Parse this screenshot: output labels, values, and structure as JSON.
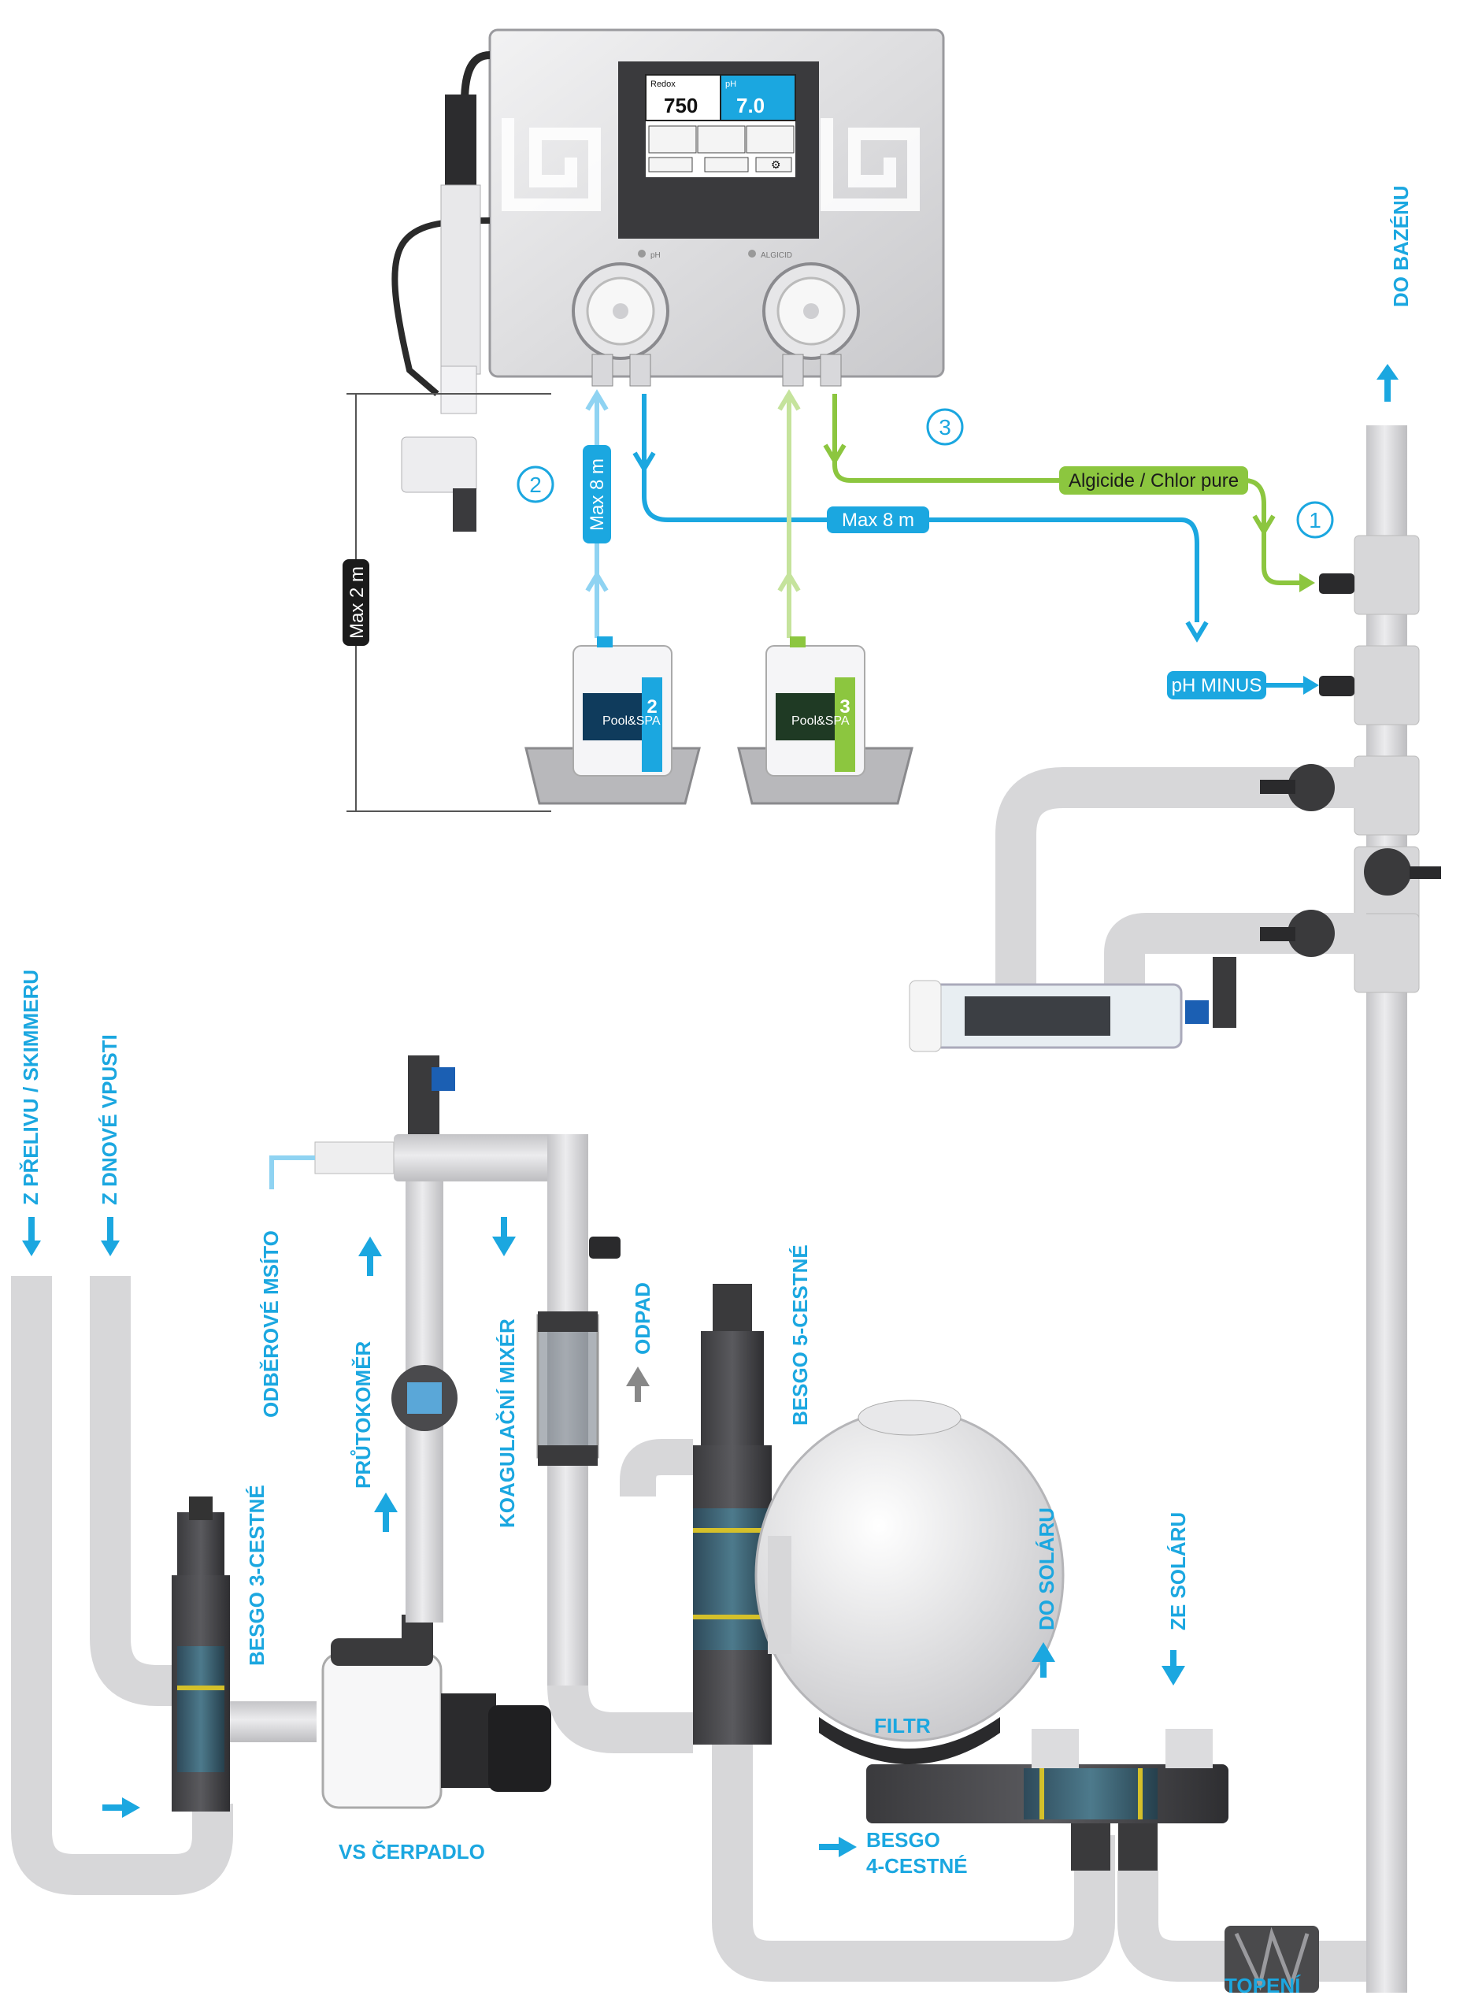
{
  "controller": {
    "screen": {
      "redox_label": "Redox",
      "redox_value": "750",
      "ph_label": "pH",
      "ph_value": "7.0"
    },
    "pump_labels": [
      "pH",
      "ALGICID"
    ]
  },
  "tanks": [
    {
      "brand": "Pool&SPA",
      "number": "2"
    },
    {
      "brand": "Pool&SPA",
      "number": "3"
    }
  ],
  "lines": {
    "max_2m": "Max 2 m",
    "max_8m_vertical": "Max 8 m",
    "max_8m_horizontal": "Max 8 m",
    "algicide_chlor": "Algicide / Chlor pure",
    "ph_minus": "pH MINUS"
  },
  "markers": [
    "1",
    "2",
    "3"
  ],
  "labels": {
    "do_bazenu": "DO BAZÉNU",
    "z_prelivu": "Z PŘELIVU / SKIMMERU",
    "z_dnove": "Z DNOVÉ VPUSTI",
    "odberove_misto": "ODBĚROVÉ MSÍTO",
    "prutokomer": "PRŮTOKOMĚR",
    "koagulacni_mixer": "KOAGULAČNÍ MIXÉR",
    "odpad": "ODPAD",
    "besgo_5": "BESGO 5-CESTNÉ",
    "besgo_3": "BESGO 3-CESTNÉ",
    "filtr": "FILTR",
    "do_solaru": "DO SOLÁRU",
    "ze_solaru": "ZE SOLÁRU",
    "vs_cerpadlo": "VS ČERPADLO",
    "besgo_4_line1": "BESGO",
    "besgo_4_line2": "4-CESTNÉ",
    "topeni": "TOPENÍ"
  },
  "colors": {
    "accent_blue": "#1ba7e0",
    "light_blue": "#8fd3f2",
    "green": "#8cc63f",
    "light_green": "#c5e39c",
    "pipe_gray": "#d7d7d9"
  }
}
